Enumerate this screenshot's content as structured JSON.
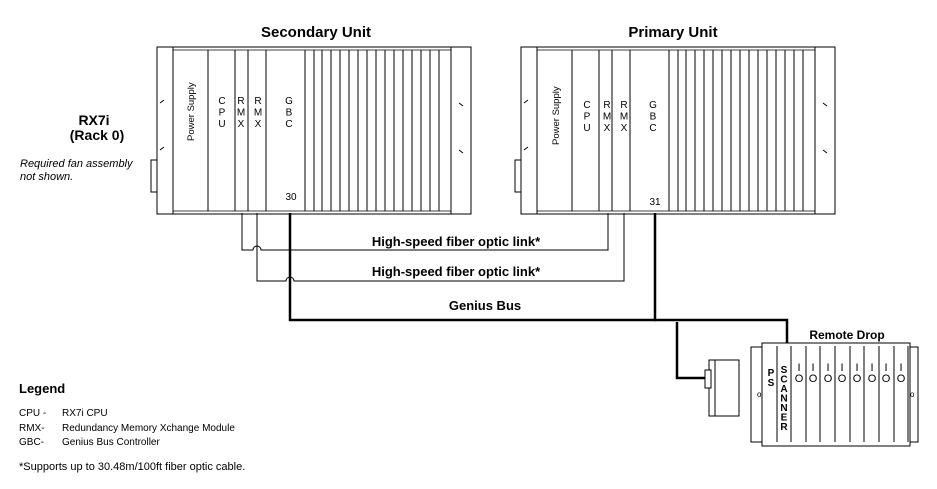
{
  "secondary_unit": {
    "title": "Secondary Unit",
    "power_supply": "Power Supply",
    "cpu": "CPU",
    "rmx1": "RMX",
    "rmx2": "RMX",
    "gbc": "GBC",
    "gbc_address": "30"
  },
  "primary_unit": {
    "title": "Primary Unit",
    "power_supply": "Power Supply",
    "cpu": "CPU",
    "rmx1": "RMX",
    "rmx2": "RMX",
    "gbc": "GBC",
    "gbc_address": "31"
  },
  "rack_label": {
    "line1": "RX7i",
    "line2": "(Rack 0)"
  },
  "fan_note": {
    "line1": "Required fan assembly",
    "line2": "not shown."
  },
  "links": {
    "fiber1": "High-speed fiber optic link*",
    "fiber2": "High-speed fiber optic link*",
    "genius_bus": "Genius Bus"
  },
  "remote_drop": {
    "title": "Remote Drop",
    "ps": "PS",
    "scanner": "SCANNER",
    "io_modules": [
      "I O",
      "I O",
      "I O",
      "I O",
      "I O",
      "I O",
      "I O",
      "I O"
    ]
  },
  "legend": {
    "title": "Legend",
    "items": [
      {
        "abbr": "CPU -",
        "desc": "RX7i CPU"
      },
      {
        "abbr": "RMX-",
        "desc": "Redundancy Memory Xchange Module"
      },
      {
        "abbr": "GBC-",
        "desc": "Genius Bus Controller"
      }
    ],
    "footnote": "*Supports up to 30.48m/100ft fiber optic cable."
  }
}
